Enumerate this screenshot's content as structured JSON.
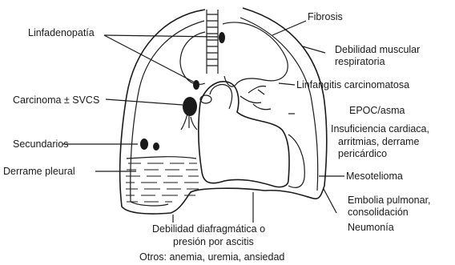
{
  "labels": {
    "fibrosis": "Fibrosis",
    "linfadenopatia": "Linfadenopatía",
    "debilidad_muscular_1": "Debilidad muscular",
    "debilidad_muscular_2": "respiratoria",
    "linfangitis": "Linfangitis carcinomatosa",
    "carcinoma": "Carcinoma ± SVCS",
    "epoc": "EPOC/asma",
    "insuficiencia_1": "Insuficiencia cardiaca,",
    "insuficiencia_2": "arritmias, derrame",
    "insuficiencia_3": "pericárdico",
    "secundarios": "Secundarios",
    "derrame_pleural": "Derrame pleural",
    "mesotelioma": "Mesotelioma",
    "embolia_1": "Embolia pulmonar,",
    "embolia_2": "consolidación",
    "neumonia": "Neumonía",
    "diafragma_1": "Debilidad diafragmática o",
    "diafragma_2": "presión por ascitis",
    "otros": "Otros: anemia, uremia, ansiedad"
  }
}
